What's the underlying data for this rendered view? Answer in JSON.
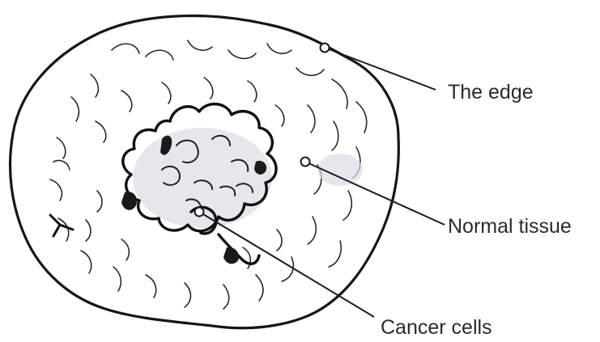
{
  "diagram": {
    "labels": {
      "edge": "The edge",
      "normal_tissue": "Normal tissue",
      "cancer_cells": "Cancer cells"
    }
  }
}
